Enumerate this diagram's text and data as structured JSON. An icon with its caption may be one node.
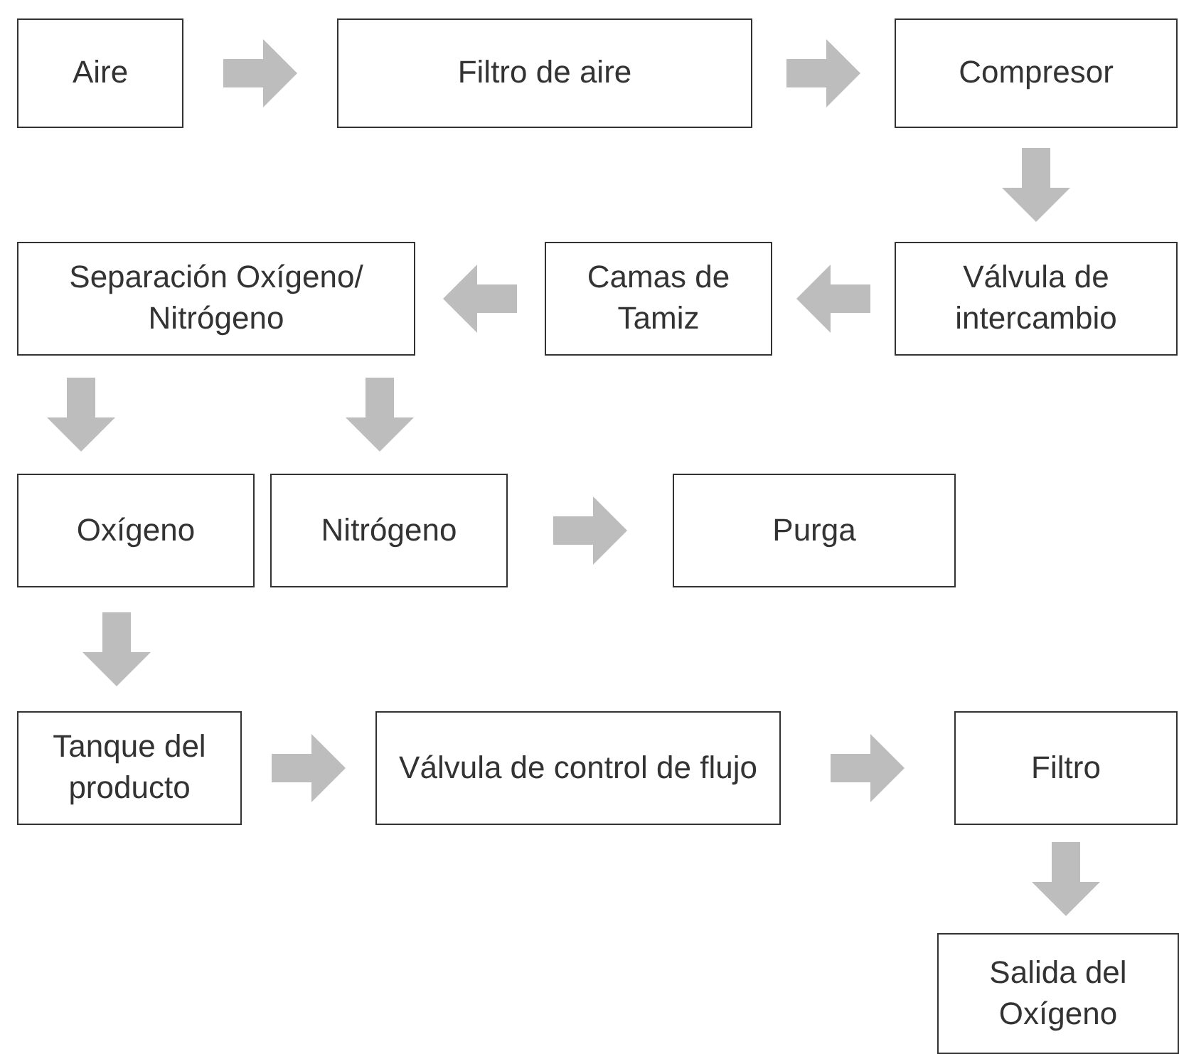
{
  "diagram": {
    "nodes": [
      {
        "text": [
          "Aire"
        ]
      },
      {
        "text": [
          "Filtro de aire"
        ]
      },
      {
        "text": [
          "Compresor"
        ]
      },
      {
        "text": [
          "Válvula de intercambio"
        ]
      },
      {
        "text": [
          "Camas de Tamiz"
        ]
      },
      {
        "text": [
          "Separación Oxígeno/ Nitrógeno"
        ]
      },
      {
        "text": [
          "Oxígeno"
        ]
      },
      {
        "text": [
          "Nitrógeno"
        ]
      },
      {
        "text": [
          "Purga"
        ]
      },
      {
        "text": [
          "Tanque del producto"
        ]
      },
      {
        "text": [
          "Válvula de control de flujo"
        ]
      },
      {
        "text": [
          "Filtro"
        ]
      },
      {
        "text": [
          "Salida del Oxígeno"
        ]
      }
    ],
    "edges": [
      {
        "from": 0,
        "to": 1,
        "arrow": "to"
      },
      {
        "from": 1,
        "to": 2,
        "arrow": "to"
      },
      {
        "from": 2,
        "to": 3,
        "arrow": "to"
      },
      {
        "from": 3,
        "to": 4,
        "arrow": "to"
      },
      {
        "from": 4,
        "to": 5,
        "arrow": "to"
      },
      {
        "from": 5,
        "to": 6,
        "arrow": "to"
      },
      {
        "from": 5,
        "to": 7,
        "arrow": "to"
      },
      {
        "from": 7,
        "to": 8,
        "arrow": "to"
      },
      {
        "from": 6,
        "to": 9,
        "arrow": "to"
      },
      {
        "from": 9,
        "to": 10,
        "arrow": "to"
      },
      {
        "from": 10,
        "to": 11,
        "arrow": "to"
      },
      {
        "from": 11,
        "to": 12,
        "arrow": "to"
      }
    ]
  }
}
